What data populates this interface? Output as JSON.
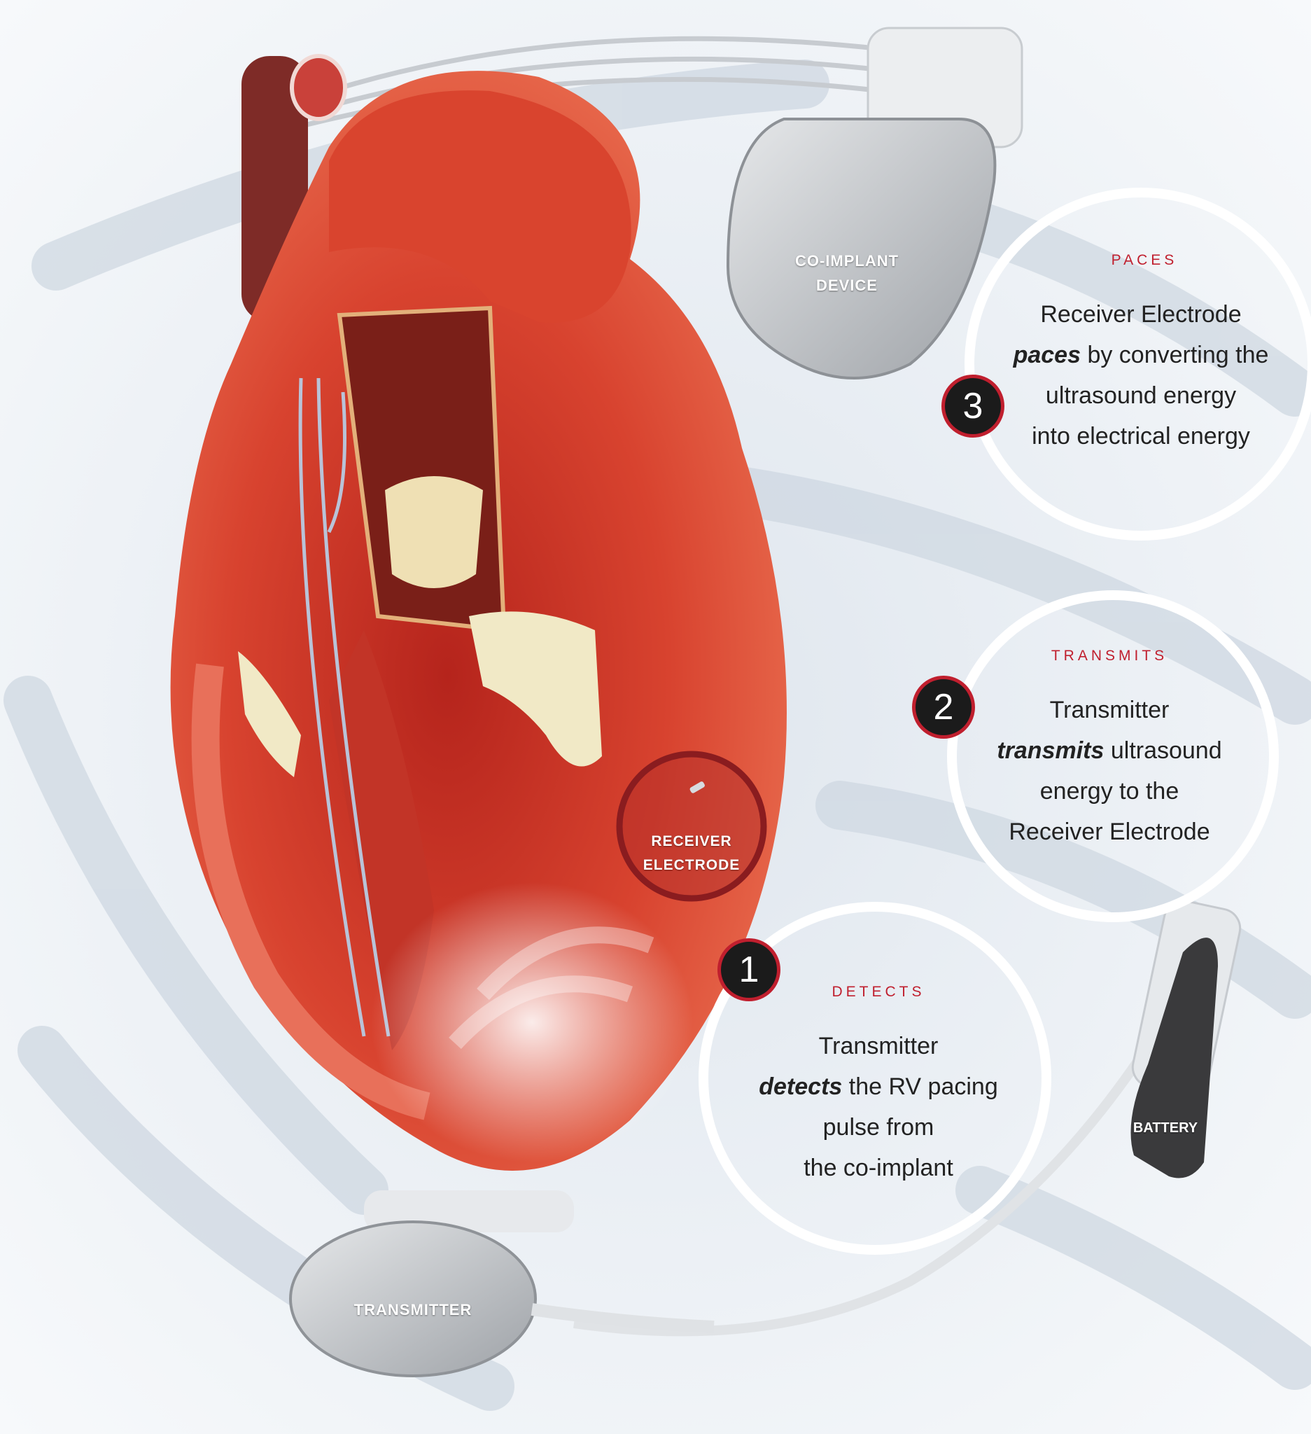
{
  "labels": {
    "co_implant_line1": "CO-IMPLANT",
    "co_implant_line2": "DEVICE",
    "receiver_line1": "RECEIVER",
    "receiver_line2": "ELECTRODE",
    "transmitter": "TRANSMITTER",
    "battery": "BATTERY"
  },
  "steps": [
    {
      "number": "3",
      "title": "PACES",
      "lines": [
        {
          "emph": "",
          "rest": "Receiver Electrode"
        },
        {
          "emph": "paces",
          "rest": " by converting the"
        },
        {
          "emph": "",
          "rest": "ultrasound energy"
        },
        {
          "emph": "",
          "rest": "into electrical energy"
        }
      ]
    },
    {
      "number": "2",
      "title": "TRANSMITS",
      "lines": [
        {
          "emph": "",
          "rest": "Transmitter"
        },
        {
          "emph": "transmits",
          "rest": " ultrasound"
        },
        {
          "emph": "",
          "rest": "energy to the"
        },
        {
          "emph": "",
          "rest": "Receiver Electrode"
        }
      ]
    },
    {
      "number": "1",
      "title": "DETECTS",
      "lines": [
        {
          "emph": "",
          "rest": "Transmitter"
        },
        {
          "emph": "detects",
          "rest": " the RV pacing"
        },
        {
          "emph": "",
          "rest": "pulse from"
        },
        {
          "emph": "",
          "rest": "the co-implant"
        }
      ]
    }
  ],
  "colors": {
    "accent": "#c01f2e",
    "badge": "#1b1b1b",
    "heart": "#d8432f",
    "device": "#b9bcc0",
    "battery": "#3a3a3c"
  }
}
